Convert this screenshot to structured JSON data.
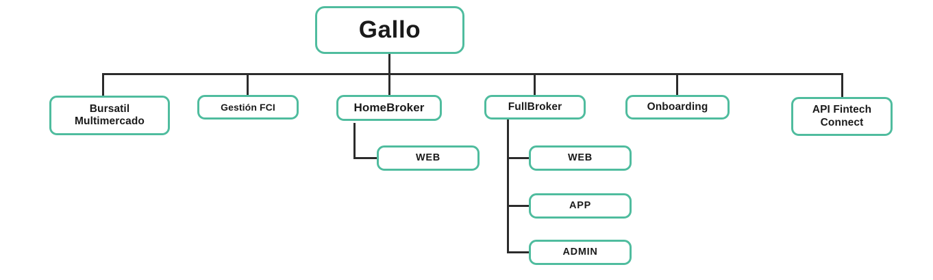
{
  "diagram": {
    "title": "Gallo",
    "root": {
      "label": "Gallo",
      "name": "node-gallo"
    },
    "level1": [
      {
        "label": "Bursatil\nMultimercado",
        "name": "node-bursatil-multimercado"
      },
      {
        "label": "Gestión FCI",
        "name": "node-gestion-fci"
      },
      {
        "label": "HomeBroker",
        "name": "node-homebroker"
      },
      {
        "label": "FullBroker",
        "name": "node-fullbroker"
      },
      {
        "label": "Onboarding",
        "name": "node-onboarding"
      },
      {
        "label": "API Fintech\nConnect",
        "name": "node-api-fintech-connect"
      }
    ],
    "homebroker_children": [
      {
        "label": "WEB",
        "name": "node-homebroker-web"
      }
    ],
    "fullbroker_children": [
      {
        "label": "WEB",
        "name": "node-fullbroker-web"
      },
      {
        "label": "APP",
        "name": "node-fullbroker-app"
      },
      {
        "label": "ADMIN",
        "name": "node-fullbroker-admin"
      }
    ],
    "colors": {
      "box_border": "#4fbc9e",
      "connector": "#2b2b2b",
      "text": "#1a1a1a",
      "background": "#ffffff"
    }
  }
}
